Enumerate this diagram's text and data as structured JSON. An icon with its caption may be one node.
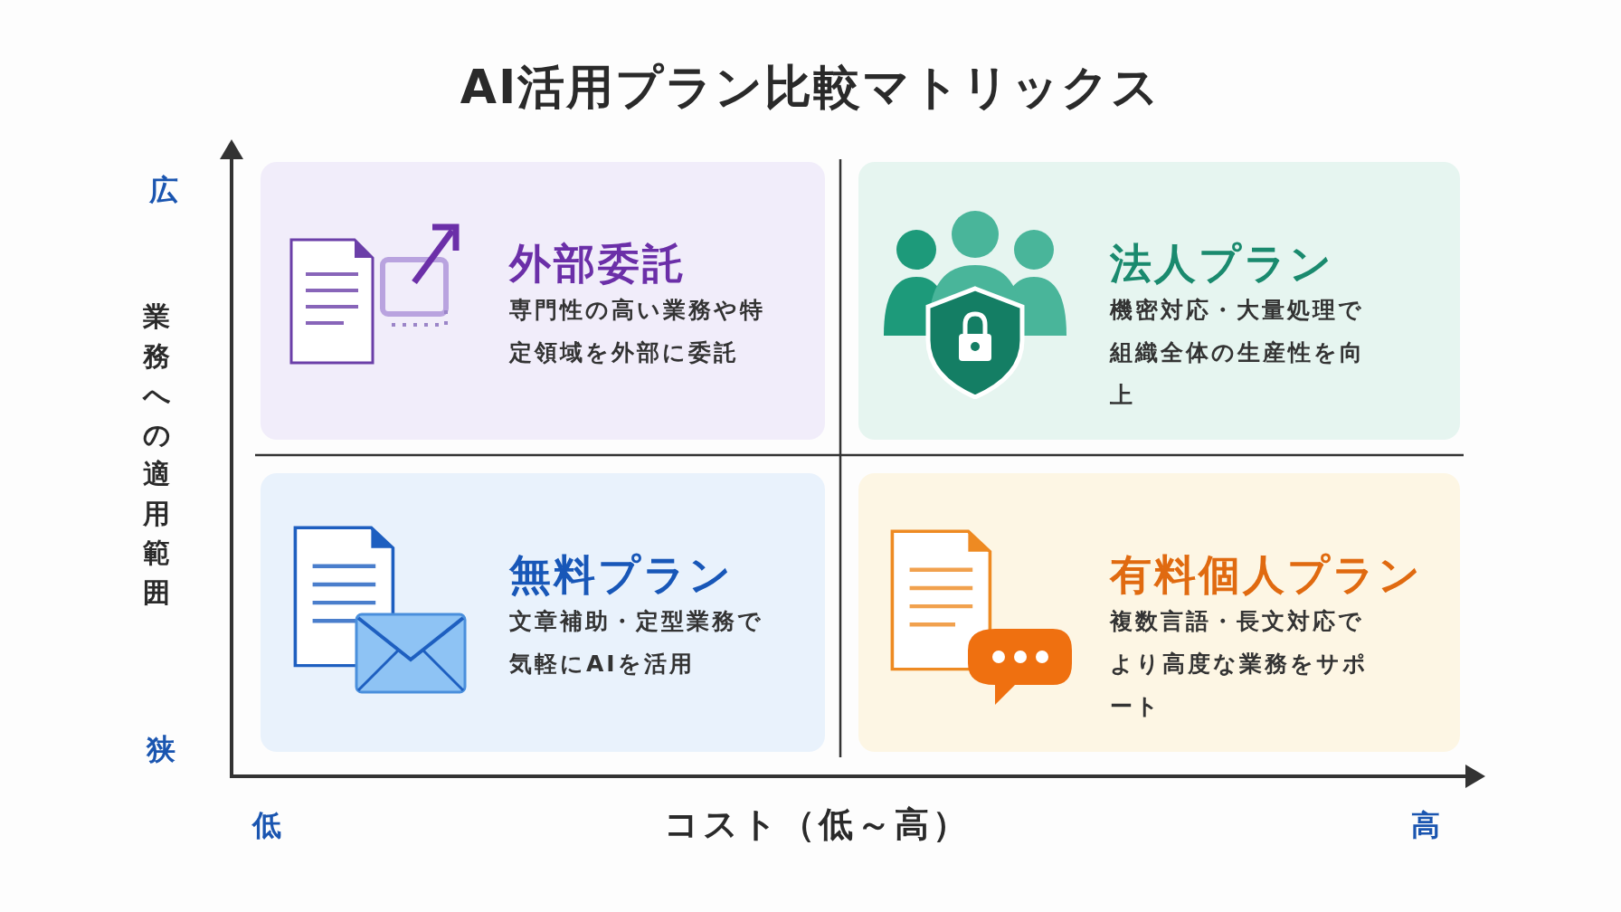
{
  "diagram": {
    "title": "AI活用プラン比較マトリックス",
    "nodes": [
      {
        "text": [
          "外部委託",
          "専門性の高い業務や特定領域を外部に委託"
        ]
      },
      {
        "text": [
          "法人プラン",
          "機密対応・大量処理で組織全体の生産性を向上"
        ]
      },
      {
        "text": [
          "無料プラン",
          "文章補助・定型業務で気軽にAIを活用"
        ]
      },
      {
        "text": [
          "有料個人プラン",
          "複数言語・長文対応でより高度な業務をサポート"
        ]
      }
    ],
    "labels": [
      "広",
      "業務への適用範囲",
      "狭",
      "低",
      "コスト（低～高）",
      "高"
    ]
  }
}
